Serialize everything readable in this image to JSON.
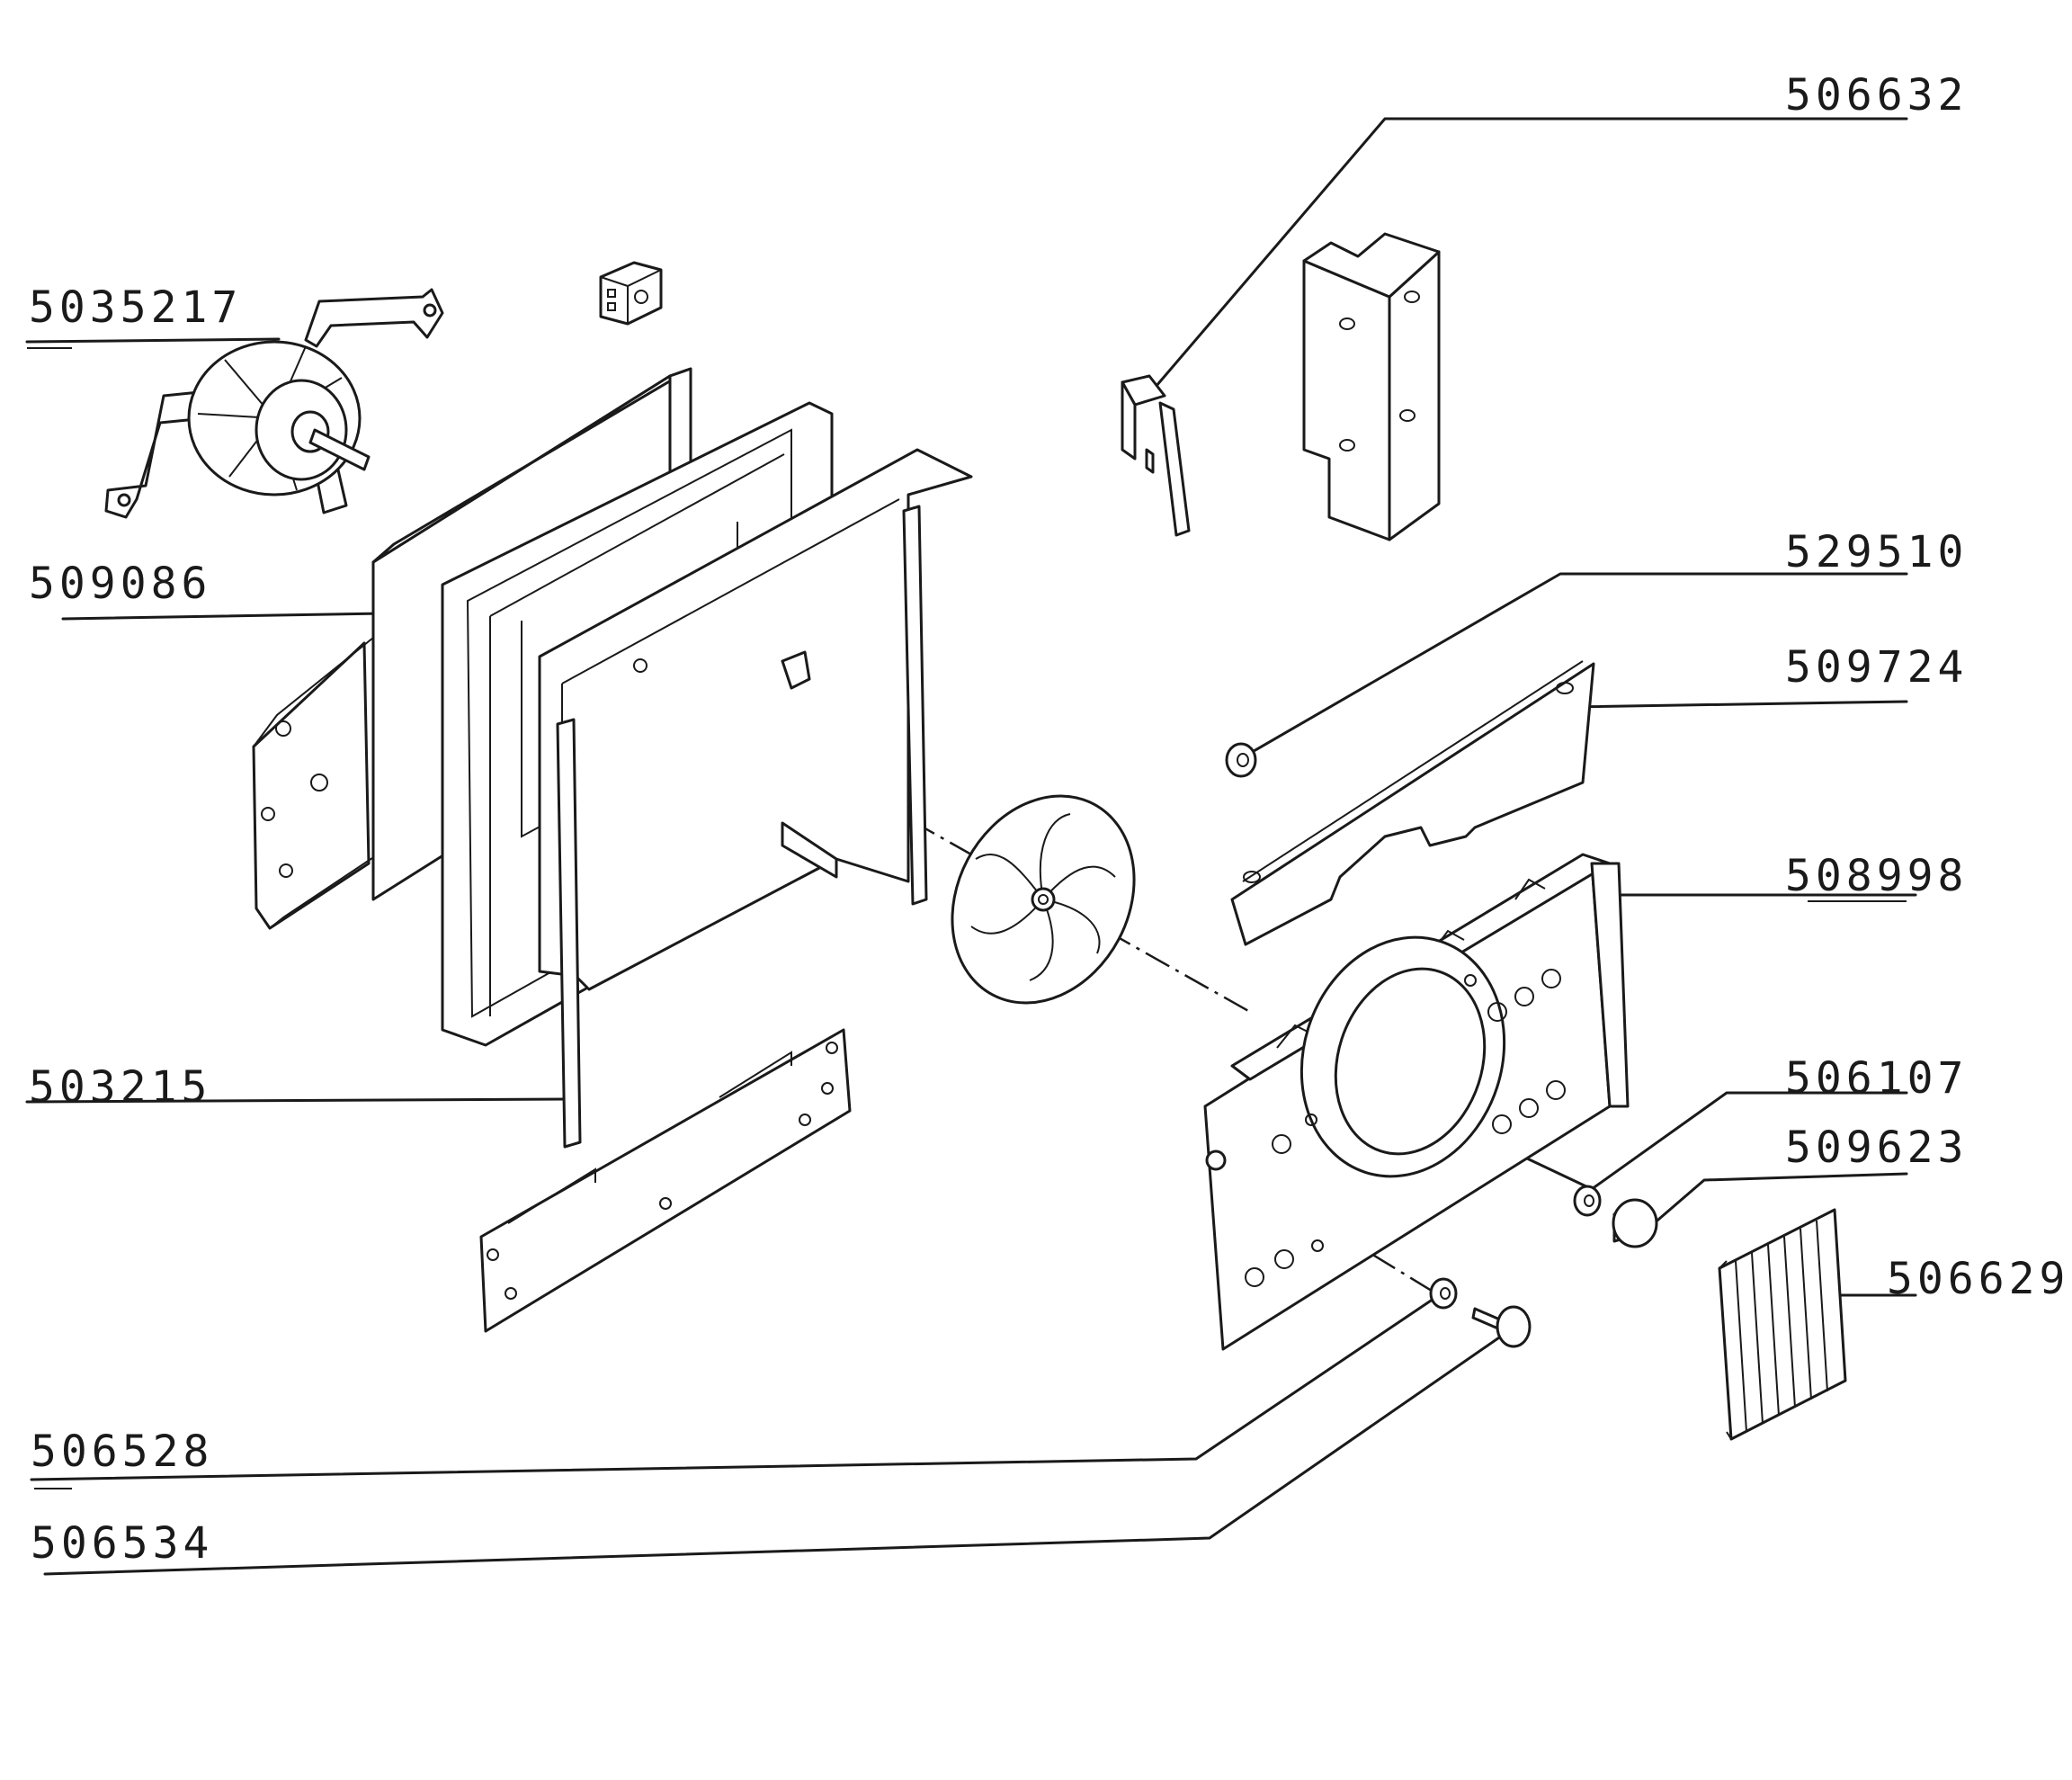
{
  "diagram": {
    "part_numbers": {
      "p506632": "506632",
      "p503217": "5035217",
      "p509086": "509086",
      "p529510": "529510",
      "p509724": "509724",
      "p508998": "508998",
      "p503215": "503215",
      "p506107": "506107",
      "p509623": "509623",
      "p506629": "506629",
      "p506528": "506528",
      "p506534": "506534"
    }
  }
}
